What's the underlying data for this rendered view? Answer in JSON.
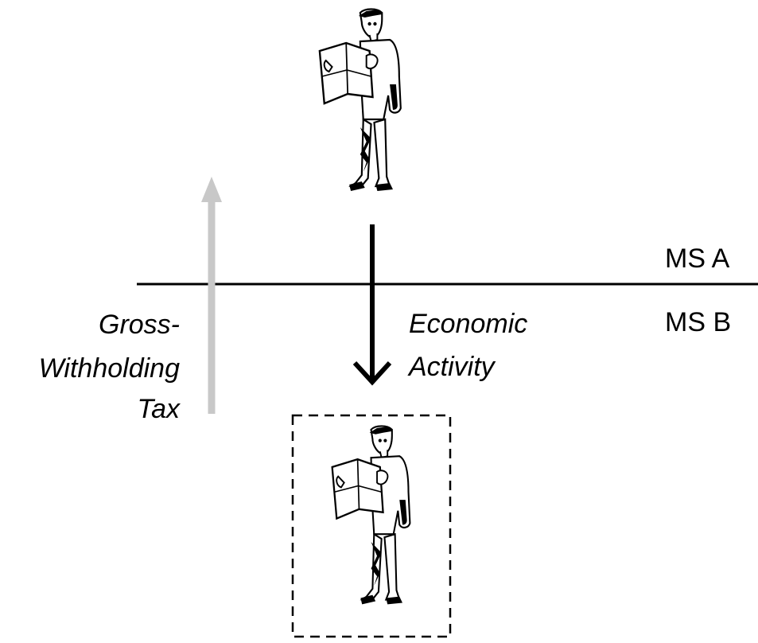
{
  "states": {
    "upper": "MS A",
    "lower": "MS B"
  },
  "flows": {
    "economic_activity": {
      "lines": [
        "Economic",
        "Activity"
      ],
      "color": "#000000"
    },
    "withholding_tax": {
      "lines": [
        "Gross-",
        "Withholding",
        "Tax"
      ],
      "color": "#c8c8c8"
    }
  },
  "figures": {
    "top": {
      "icon": "person-reading-map-icon"
    },
    "bottom": {
      "icon": "person-reading-map-icon",
      "frame": "dashed"
    }
  }
}
